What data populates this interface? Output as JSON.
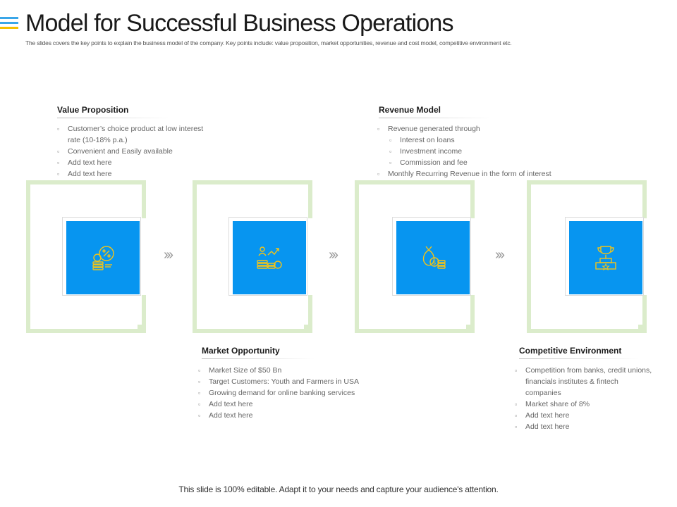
{
  "title": "Model for Successful Business Operations",
  "subtitle": "The slides covers the key points to explain the business model of the company. Key points include: value proposition, market opportunities, revenue and cost model, competitive environment etc.",
  "colors": {
    "tile": "#0795f0",
    "bracket": "#dbeccb",
    "icon": "#f2c318",
    "logo_blue": "#3aa6e8",
    "logo_yellow": "#f5c000"
  },
  "sections": {
    "value_proposition": {
      "heading": "Value Proposition",
      "items": [
        "Customer’s choice product at low interest",
        "rate (10-18% p.a.)",
        "Convenient and Easily available",
        "Add text here",
        "Add text here"
      ]
    },
    "revenue_model": {
      "heading": "Revenue Model",
      "items": [
        "Revenue generated through",
        "Interest on loans",
        "Investment income",
        "Commission and fee",
        "Monthly Recurring Revenue in the form of interest"
      ]
    },
    "market_opportunity": {
      "heading": "Market Opportunity",
      "items": [
        "Market Size of $50 Bn",
        "Target Customers: Youth and Farmers in USA",
        "Growing demand for online banking services",
        "Add text here",
        "Add text here"
      ]
    },
    "competitive_environment": {
      "heading": "Competitive Environment",
      "items": [
        "Competition from banks, credit unions,",
        "financials institutes & fintech",
        "companies",
        "Market share of 8%",
        "Add text here",
        "Add text here"
      ]
    }
  },
  "icons": [
    "percent-coins-icon",
    "growth-people-icon",
    "money-bag-icon",
    "trophy-icon"
  ],
  "chevron": "›››",
  "footer": "This slide is 100% editable. Adapt it to your needs and capture your audience's attention."
}
